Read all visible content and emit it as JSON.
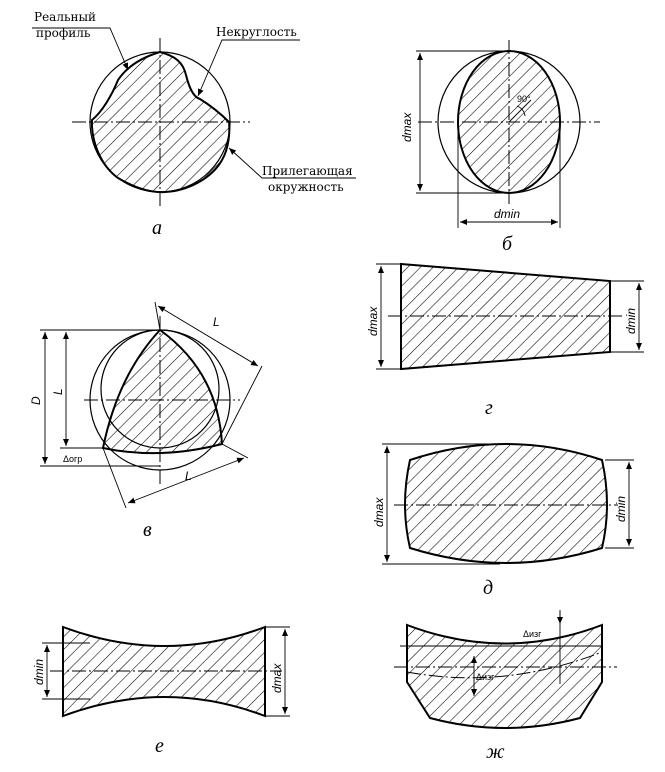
{
  "annotations": {
    "real_profile_1": "Реальный",
    "real_profile_2": "профиль",
    "out_of_round": "Некруглость",
    "adjacent_circle_1": "Прилегающая",
    "adjacent_circle_2": "окружность"
  },
  "dimensions": {
    "dmax": "dmax",
    "dmin": "dmin",
    "angle": "90°",
    "D": "D",
    "L": "L",
    "delta_ogr": "Δогр",
    "delta_izg": "Δизг"
  },
  "captions": {
    "a": "а",
    "b": "б",
    "v": "в",
    "g": "г",
    "d": "д",
    "e": "е",
    "zh": "ж"
  }
}
